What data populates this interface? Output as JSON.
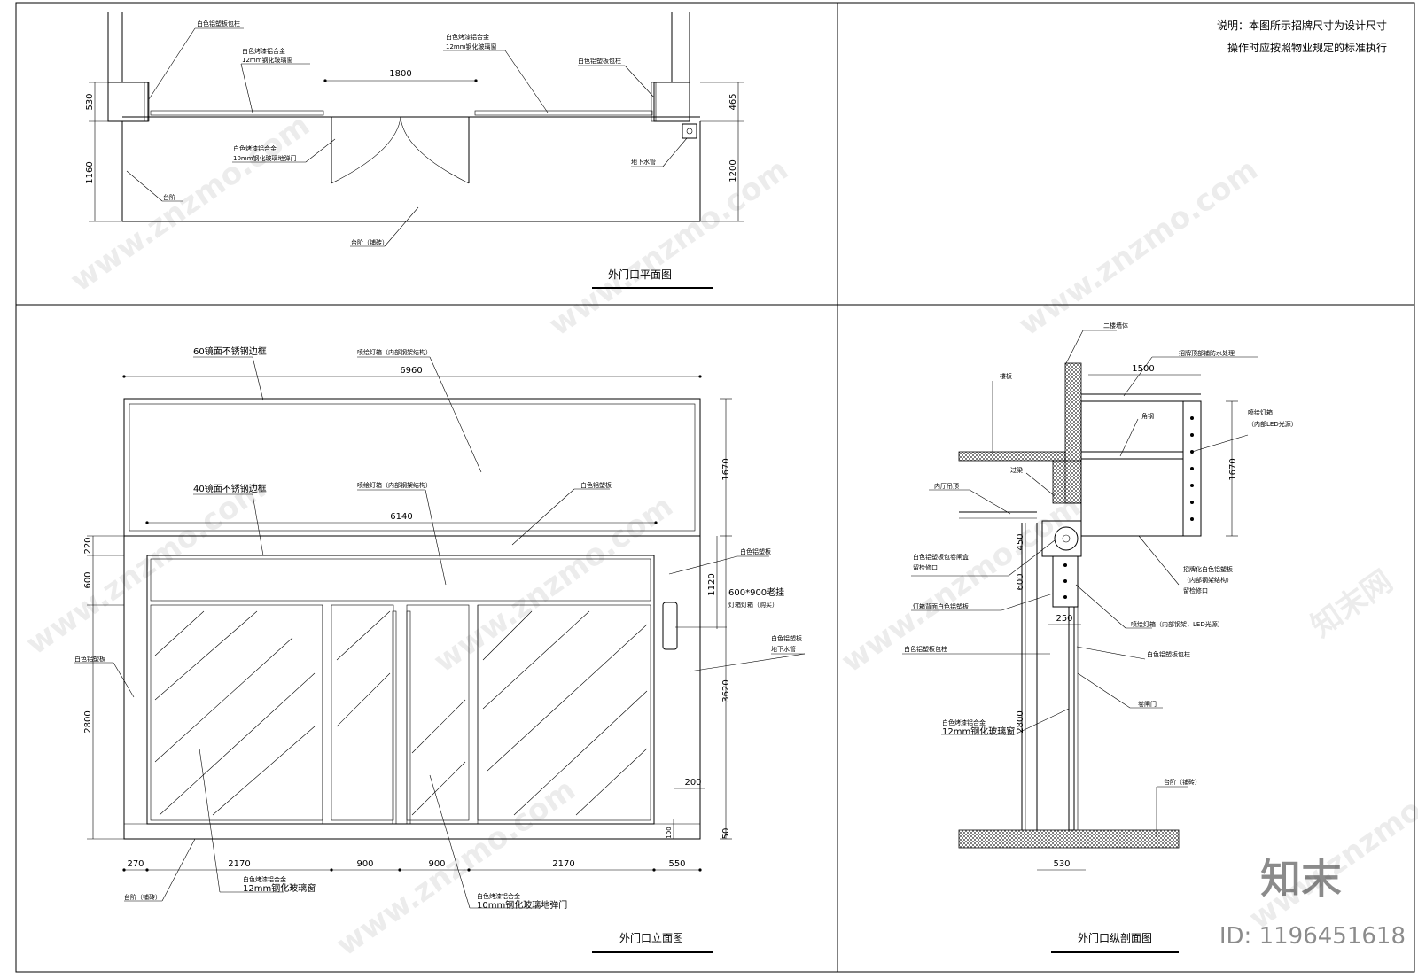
{
  "notes": {
    "line1": "说明：本图所示招牌尺寸为设计尺寸",
    "line2": "操作时应按照物业规定的标准执行"
  },
  "plan": {
    "title": "外门口平面图",
    "dims": {
      "width_1800": "1800",
      "left_530": "530",
      "left_1160": "1160",
      "right_465": "465",
      "right_1200": "1200"
    },
    "labels": {
      "pillar_left": "白色铝塑板包柱",
      "window_left_a": "白色烤漆铝合金",
      "window_left_b": "12mm钢化玻璃窗",
      "window_right_a": "白色烤漆铝合金",
      "window_right_b": "12mm钢化玻璃窗",
      "pillar_right": "白色铝塑板包柱",
      "door_a": "白色烤漆铝合金",
      "door_b": "10mm钢化玻璃地弹门",
      "drain": "地下水管",
      "edge": "台阶",
      "step": "台阶（铺砖）"
    }
  },
  "elevation": {
    "title": "外门口立面图",
    "labels": {
      "top_trim": "60镜面不锈钢边框",
      "top_box": "喷绘灯箱（内部钢架结构）",
      "mid_trim": "40镜面不锈钢边框",
      "mid_box": "喷绘灯箱（内部钢架结构）",
      "panel": "白色铝塑板",
      "right_panel": "白色铝塑板",
      "lamp_a": "600*900老挂",
      "lamp_b": "灯箱灯箱（购买）",
      "right_bottom_a": "白色铝塑板",
      "right_bottom_b": "地下水管",
      "left_panel": "白色铝塑板",
      "window_a": "白色烤漆铝合金",
      "window_b": "12mm钢化玻璃窗",
      "step": "台阶（铺砖）",
      "door_a": "白色烤漆铝合金",
      "door_b": "10mm钢化玻璃地弹门"
    },
    "dims": {
      "top_6960": "6960",
      "mid_6140": "6140",
      "right_1670": "1670",
      "right_1120": "1120",
      "right_3620": "3620",
      "right_200": "200",
      "right_100": "100",
      "right_50": "50",
      "left_220": "220",
      "left_600": "600",
      "left_2800": "2800",
      "b_270": "270",
      "b_2170a": "2170",
      "b_900a": "900",
      "b_900b": "900",
      "b_2170b": "2170",
      "b_550": "550"
    }
  },
  "section": {
    "title": "外门口纵剖面图",
    "labels": {
      "top_wall": "二楼墙体",
      "slab": "楼板",
      "sign_top": "招牌顶部铺防水处理",
      "frame": "角钢",
      "lightbox_a": "喷绘灯箱",
      "lightbox_b": "（内部LED光源）",
      "beam": "过梁",
      "ceiling": "内厅吊顶",
      "roll_a": "白色铝塑板包卷闸盒",
      "roll_b": "留检修口",
      "box_a": "招牌化白色铝塑板",
      "box_b": "（内部钢架结构）",
      "box_c": "留检修口",
      "back": "灯箱背面白色铝塑板",
      "small_box": "喷绘灯箱（内部钢架，LED光源）",
      "pillar": "白色铝塑板包柱",
      "plate": "白色铝塑板包柱",
      "shutter": "卷闸门",
      "window_a": "白色烤漆铝合金",
      "window_b": "12mm钢化玻璃窗",
      "step": "台阶（铺砖）"
    },
    "dims": {
      "w_1500": "1500",
      "h_1670": "1670",
      "h_450": "450",
      "h_600": "600",
      "h_2800": "2800",
      "w_250": "250",
      "w_530": "530"
    }
  },
  "watermark": {
    "text": "www.znzmo.com",
    "brand": "知末网",
    "logo": "知末",
    "id": "ID: 1196451618"
  }
}
